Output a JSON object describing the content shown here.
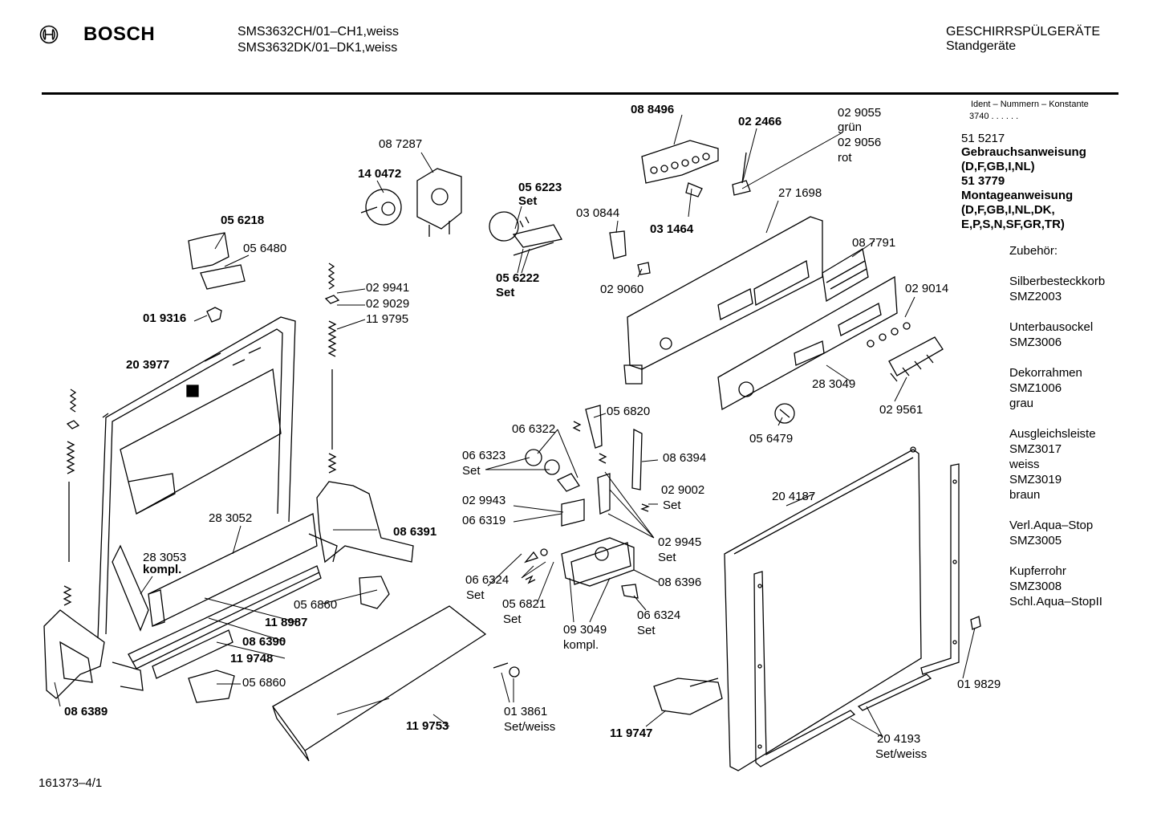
{
  "header": {
    "brand": "BOSCH",
    "model_line_1": "SMS3632CH/01–CH1,weiss",
    "model_line_2": "SMS3632DK/01–DK1,weiss",
    "category": "GESCHIRRSPÜLGERÄTE",
    "subcategory": "Standgeräte"
  },
  "sidebar": {
    "ident_title": "Ident – Nummern – Konstante",
    "ident_value": "3740 . . . . . .",
    "doc1_number": "51 5217",
    "doc1_title": "Gebrauchsanweisung",
    "doc1_langs": "(D,F,GB,I,NL)",
    "doc2_number": "51 3779",
    "doc2_title": "Montageanweisung",
    "doc2_langs_1": "(D,F,GB,I,NL,DK,",
    "doc2_langs_2": "E,P,S,N,SF,GR,TR)",
    "accessories_title": "Zubehör:",
    "accessories": [
      {
        "l1": "Silberbesteckkorb",
        "l2": "SMZ2003"
      },
      {
        "l1": "Unterbausockel",
        "l2": "SMZ3006"
      },
      {
        "l1": "Dekorrahmen",
        "l2": "SMZ1006",
        "l3": "grau"
      },
      {
        "l1": "Ausgleichsleiste",
        "l2": "SMZ3017",
        "l3": "weiss",
        "l4": "SMZ3019",
        "l5": "braun"
      },
      {
        "l1": "Verl.Aqua–Stop",
        "l2": "SMZ3005"
      },
      {
        "l1": "Kupferrohr",
        "l2": "SMZ3008",
        "l3": "Schl.Aqua–StopII"
      }
    ]
  },
  "parts": {
    "p088496": "08 8496",
    "p022466": "02 2466",
    "p029055": "02 9055",
    "gruen": "grün",
    "p029056": "02 9056",
    "rot": "rot",
    "p087287": "08 7287",
    "p140472": "14 0472",
    "p056223": "05 6223",
    "set_a": "Set",
    "p030844": "03 0844",
    "p031464": "03 1464",
    "p271698": "27 1698",
    "p056218": "05 6218",
    "p056480": "05 6480",
    "p056222": "05 6222",
    "set_b": "Set",
    "p029060": "02 9060",
    "p087791": "08 7791",
    "p029941": "02 9941",
    "p029029": "02 9029",
    "p119795": "11 9795",
    "p029014": "02 9014",
    "p019316": "01 9316",
    "p203977": "20 3977",
    "p283049": "28 3049",
    "p029561": "02 9561",
    "p056820": "05 6820",
    "p066322": "06 6322",
    "p056479": "05 6479",
    "p066323": "06 6323",
    "set_c": "Set",
    "p086394": "08 6394",
    "p029002": "02 9002",
    "set_d": "Set",
    "p204187": "20 4187",
    "p029943": "02 9943",
    "p066319": "06 6319",
    "p283052": "28 3052",
    "p086391": "08 6391",
    "p029945": "02 9945",
    "set_e": "Set",
    "p283053": "28 3053",
    "kompl_a": "kompl.",
    "p086396": "08 6396",
    "p066324a": "06 6324",
    "set_f": "Set",
    "p056821": "05 6821",
    "set_g": "Set",
    "p056860a": "05 6860",
    "p093049": "09 3049",
    "kompl_b": "kompl.",
    "p066324b": "06 6324",
    "set_h": "Set",
    "p118987": "11 8987",
    "p086390": "08 6390",
    "p119748": "11 9748",
    "p056860b": "05 6860",
    "p019829": "01 9829",
    "p086389": "08 6389",
    "p013861": "01 3861",
    "setweiss_a": "Set/weiss",
    "p119753": "11 9753",
    "p119747": "11 9747",
    "p204193": "20 4193",
    "setweiss_b": "Set/weiss"
  },
  "footer": {
    "drawing_number": "161373–4/1"
  }
}
